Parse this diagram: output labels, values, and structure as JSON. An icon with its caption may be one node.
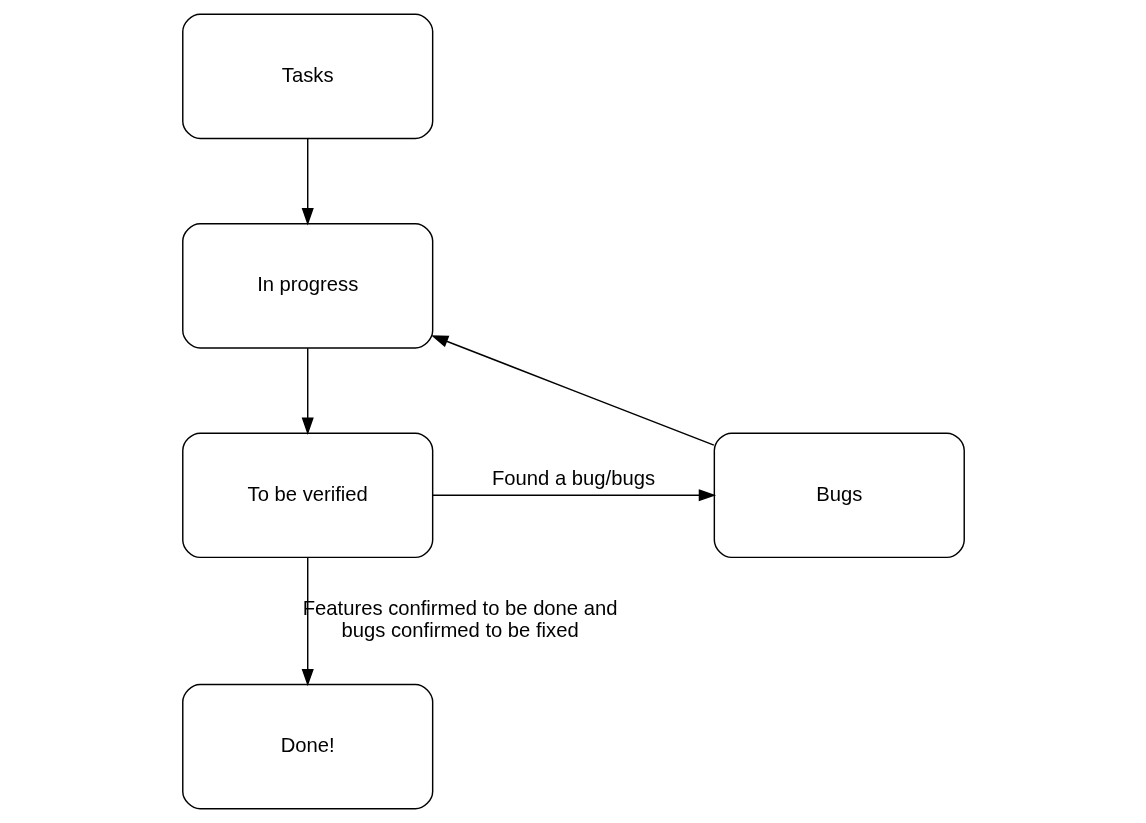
{
  "diagram": {
    "nodes": [
      {
        "text": [
          "Tasks"
        ]
      },
      {
        "text": [
          "In progress"
        ]
      },
      {
        "text": [
          "Bugs"
        ]
      },
      {
        "text": [
          "To be verified"
        ]
      },
      {
        "text": [
          "Done!"
        ]
      }
    ],
    "edges": [
      {
        "from": 0,
        "to": 1,
        "arrow": "to"
      },
      {
        "from": 1,
        "to": 3,
        "arrow": "to"
      },
      {
        "from": 3,
        "to": 2,
        "arrow": "to",
        "label": "Found a bug/bugs"
      },
      {
        "from": 2,
        "to": 1,
        "arrow": "to"
      },
      {
        "from": 3,
        "to": 4,
        "arrow": "to",
        "label": "Features confirmed to be done and bugs confirmed to be fixed"
      }
    ]
  }
}
